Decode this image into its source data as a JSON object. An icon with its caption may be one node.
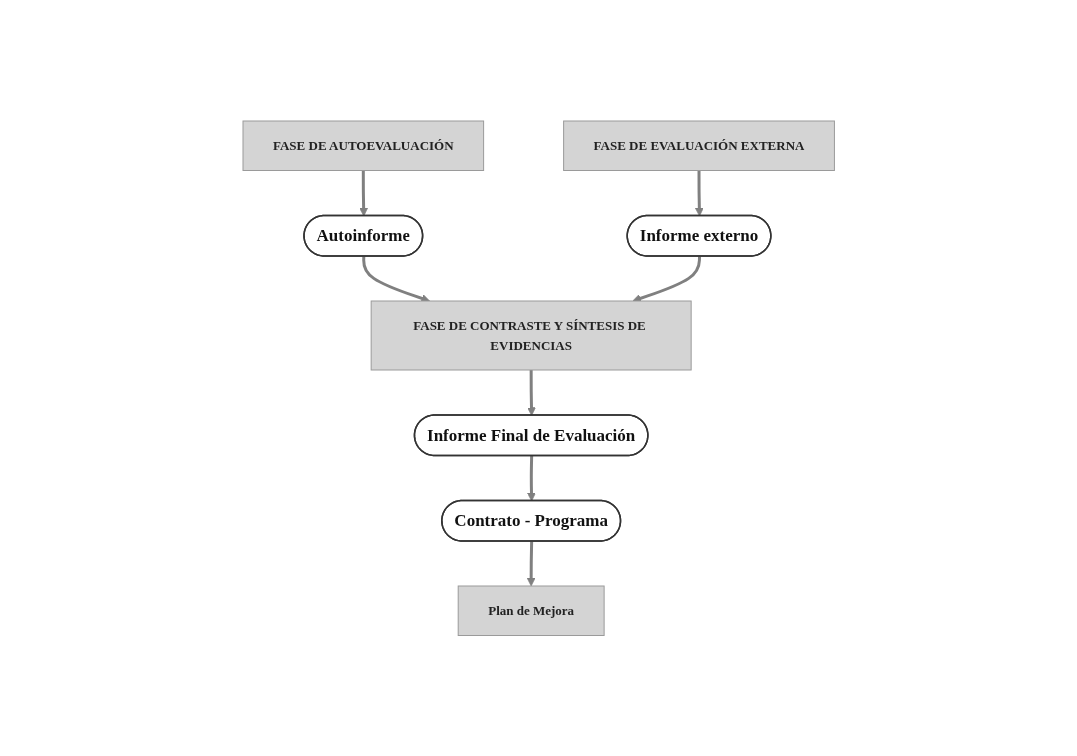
{
  "diagram": {
    "nodes": [
      {
        "text": [
          "FASE DE AUTOEVALUACIÓN"
        ]
      },
      {
        "text": [
          "FASE DE EVALUACIÓN EXTERNA"
        ]
      },
      {
        "text": [
          "Autoinforme"
        ]
      },
      {
        "text": [
          "Informe externo"
        ]
      },
      {
        "text": [
          "FASE DE CONTRASTE Y SÍNTESIS DE EVIDENCIAS"
        ]
      },
      {
        "text": [
          "Informe Final de Evaluación"
        ]
      },
      {
        "text": [
          "Contrato - Programa"
        ]
      },
      {
        "text": [
          "Plan de Mejora"
        ]
      }
    ],
    "edges": [
      {
        "from": 0,
        "to": 2,
        "arrow": "to"
      },
      {
        "from": 1,
        "to": 3,
        "arrow": "to"
      },
      {
        "from": 2,
        "to": 4,
        "arrow": "to"
      },
      {
        "from": 3,
        "to": 4,
        "arrow": "to"
      },
      {
        "from": 4,
        "to": 5,
        "arrow": "to"
      },
      {
        "from": 5,
        "to": 6,
        "arrow": "to"
      },
      {
        "from": 6,
        "to": 7,
        "arrow": "to"
      }
    ]
  }
}
